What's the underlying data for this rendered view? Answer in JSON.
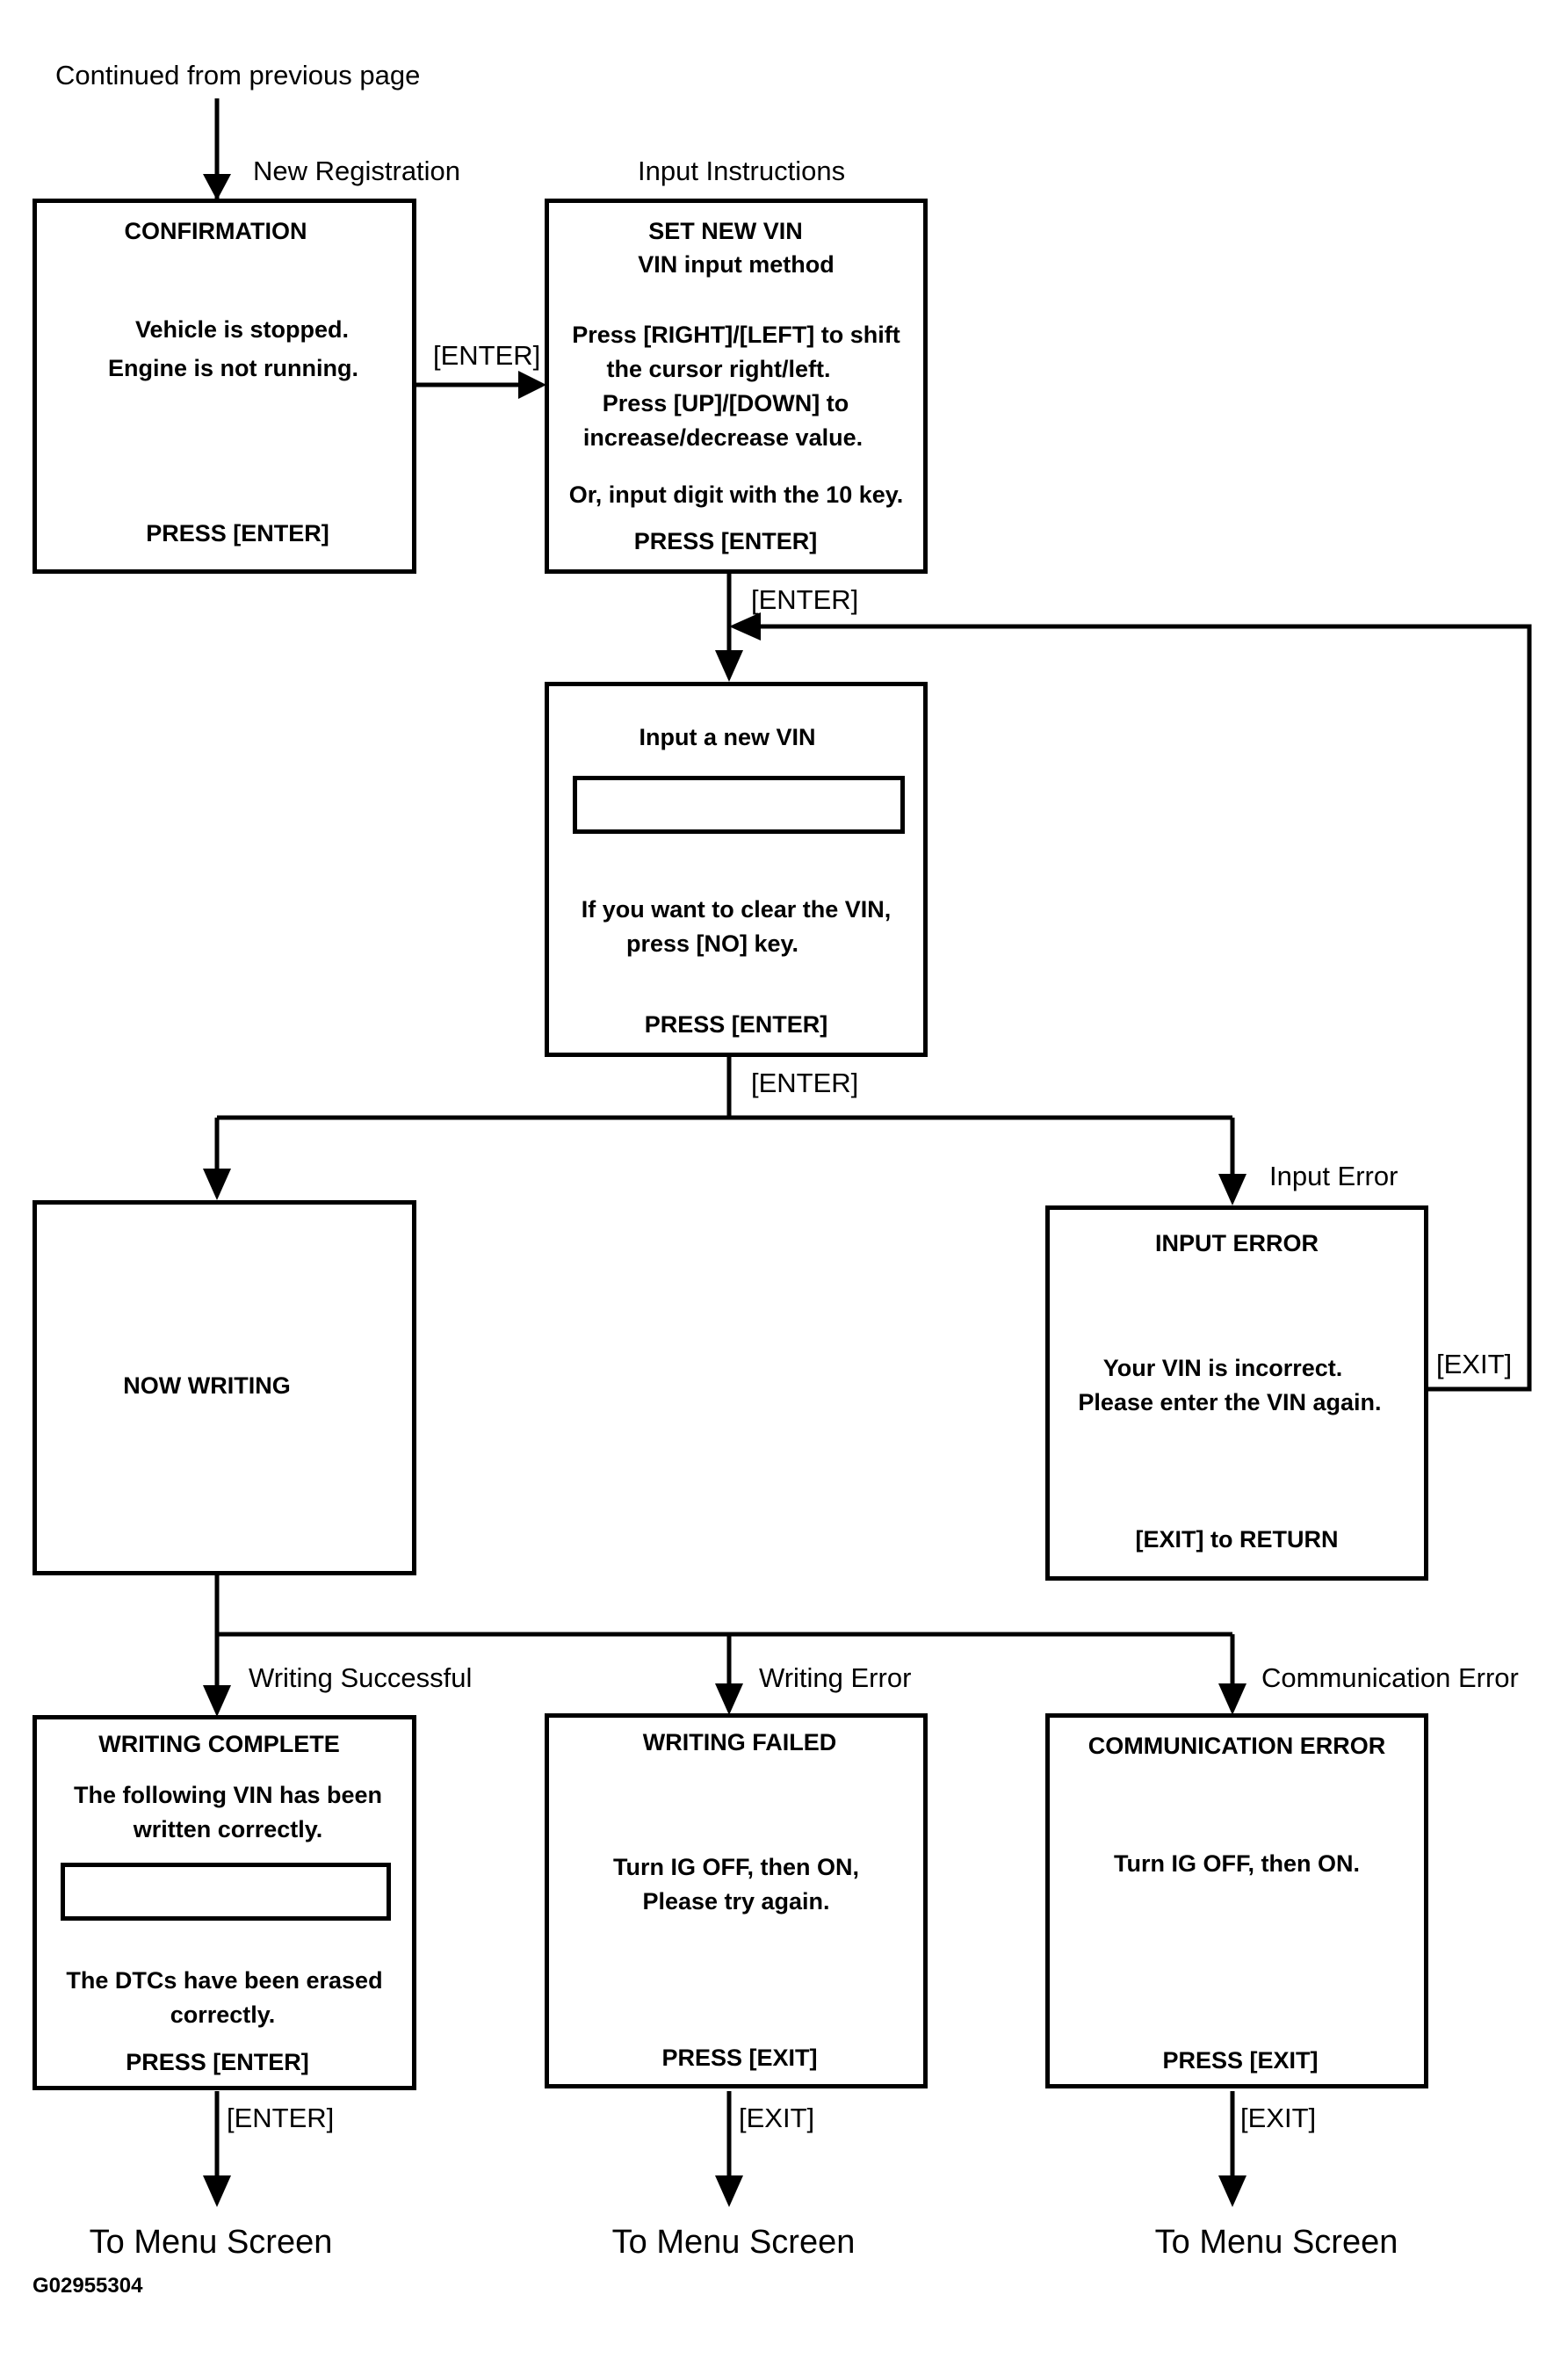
{
  "header": {
    "continued": "Continued from previous page"
  },
  "branches": {
    "new_registration": "New Registration",
    "input_instructions": "Input Instructions",
    "input_error": "Input Error",
    "writing_successful": "Writing Successful",
    "writing_error": "Writing Error",
    "communication_error": "Communication Error"
  },
  "keys": {
    "enter": "[ENTER]",
    "exit": "[EXIT]"
  },
  "screens": {
    "confirmation": {
      "title": "CONFIRMATION",
      "lines": [
        "Vehicle is stopped.",
        "Engine is not running."
      ],
      "footer": "PRESS [ENTER]"
    },
    "set_new_vin": {
      "title": "SET NEW VIN",
      "subtitle": "VIN input method",
      "lines": [
        "Press [RIGHT]/[LEFT] to shift",
        "the cursor right/left.",
        "Press [UP]/[DOWN] to",
        "increase/decrease value."
      ],
      "extra": "Or, input digit with the 10 key.",
      "footer": "PRESS [ENTER]"
    },
    "input_vin": {
      "title": "Input a new VIN",
      "lines": [
        "If you want to clear the VIN,",
        "press [NO] key."
      ],
      "footer": "PRESS [ENTER]"
    },
    "now_writing": {
      "title": "NOW WRITING"
    },
    "input_error": {
      "title": "INPUT ERROR",
      "lines": [
        "Your VIN is incorrect.",
        "Please enter the VIN again."
      ],
      "footer": "[EXIT] to RETURN"
    },
    "writing_complete": {
      "title": "WRITING COMPLETE",
      "lines": [
        "The following VIN has been",
        "written correctly."
      ],
      "lines2": [
        "The DTCs have been erased",
        "correctly."
      ],
      "footer": "PRESS [ENTER]"
    },
    "writing_failed": {
      "title": "WRITING FAILED",
      "lines": [
        "Turn IG OFF, then ON,",
        "Please try again."
      ],
      "footer": "PRESS [EXIT]"
    },
    "communication_error": {
      "title": "COMMUNICATION ERROR",
      "lines": [
        "Turn IG OFF, then ON."
      ],
      "footer": "PRESS [EXIT]"
    }
  },
  "destinations": {
    "menu": "To Menu Screen"
  },
  "figure_code": "G02955304"
}
